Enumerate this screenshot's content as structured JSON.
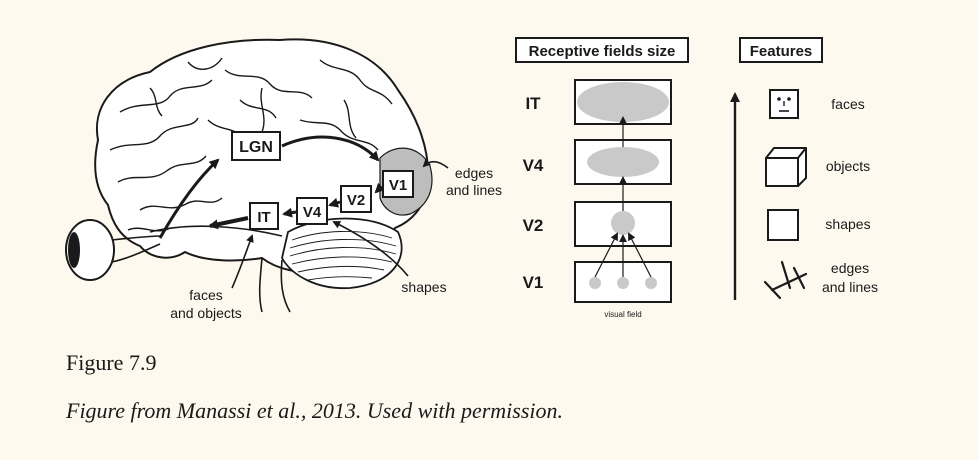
{
  "brain": {
    "lgn": "LGN",
    "v1": "V1",
    "v2": "V2",
    "v4": "V4",
    "it": "IT",
    "annot_edges_1": "edges",
    "annot_edges_2": "and lines",
    "annot_shapes": "shapes",
    "annot_faces_1": "faces",
    "annot_faces_2": "and objects"
  },
  "receptive": {
    "header": "Receptive fields size",
    "rows": [
      "IT",
      "V4",
      "V2",
      "V1"
    ],
    "visual_field": "visual field"
  },
  "features": {
    "header": "Features",
    "items": [
      "faces",
      "objects",
      "shapes",
      "edges",
      "and lines"
    ]
  },
  "caption": {
    "title": "Figure 7.9",
    "credit": "Figure from Manassi et al., 2013. Used with permission."
  },
  "colors": {
    "background": "#fdf9ee",
    "ink": "#1a1a1a",
    "gray_fill": "#c9c9c9"
  }
}
